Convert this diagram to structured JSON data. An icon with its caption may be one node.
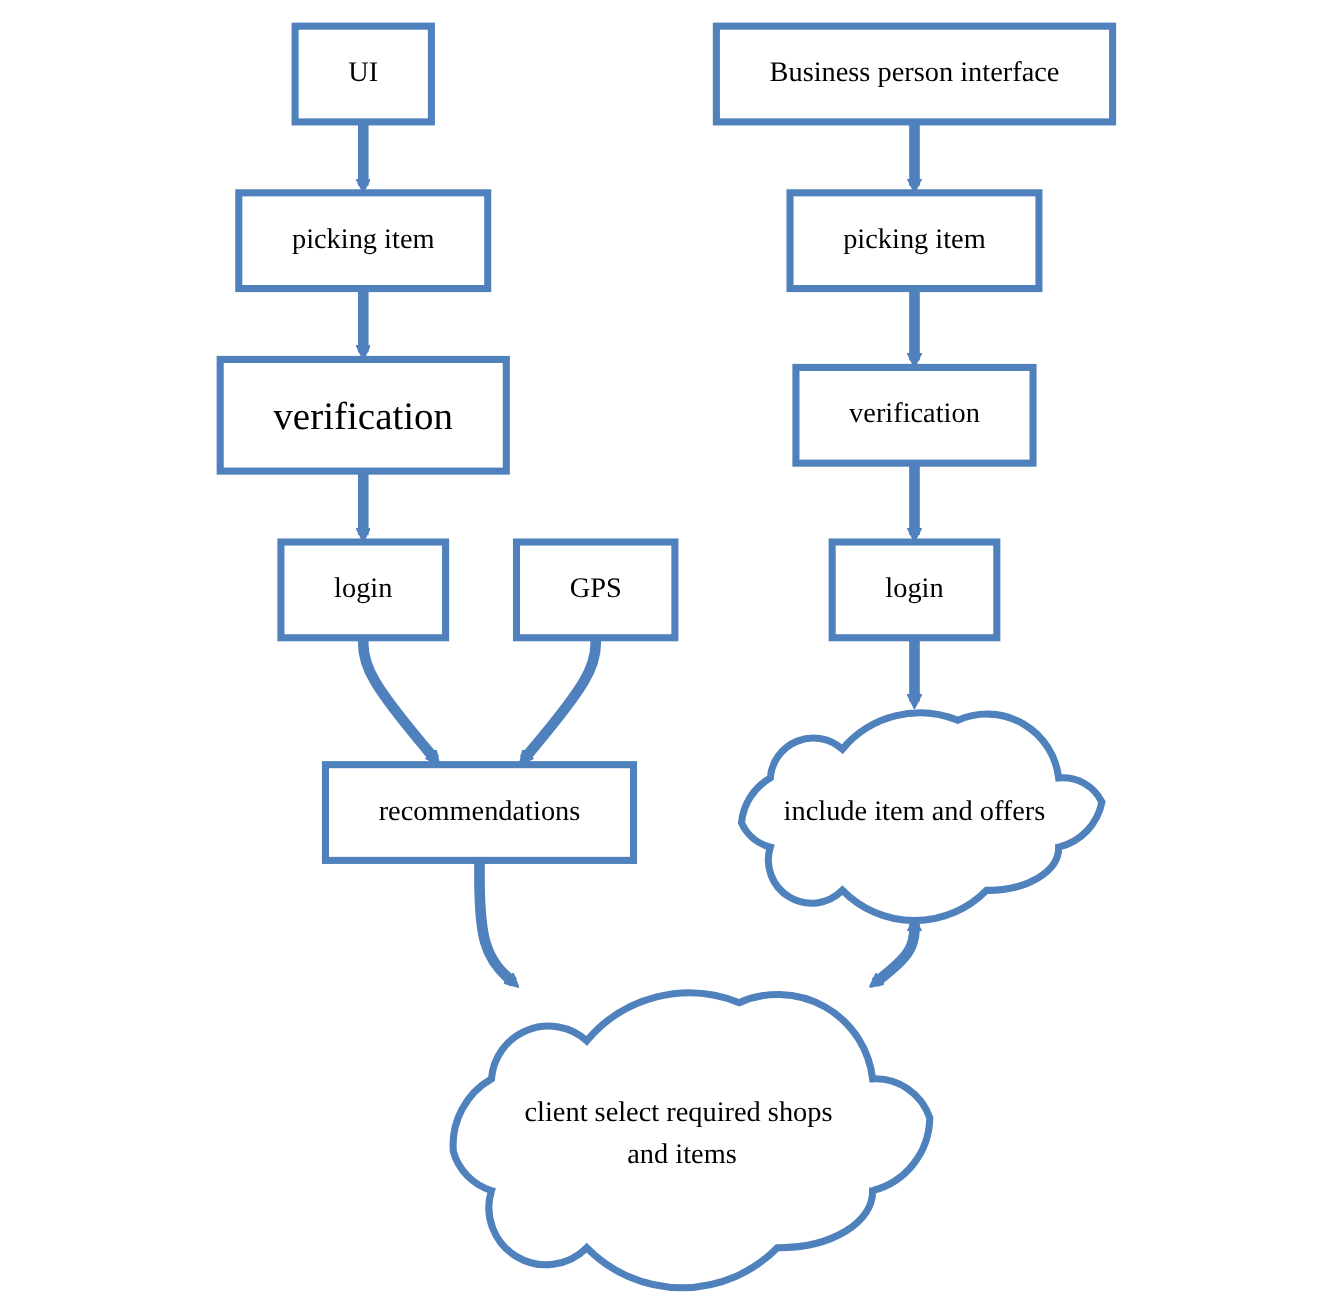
{
  "diagram": {
    "nodes": [
      {
        "text": [
          "Business person interface"
        ]
      },
      {
        "text": [
          "picking item"
        ]
      },
      {
        "text": [
          "verification"
        ]
      },
      {
        "text": [
          "login"
        ]
      },
      {
        "text": [
          "include item and offers"
        ]
      },
      {
        "text": [
          "UI"
        ]
      },
      {
        "text": [
          "picking item"
        ]
      },
      {
        "text": [
          "verification"
        ]
      },
      {
        "text": [
          "login"
        ]
      },
      {
        "text": [
          "GPS"
        ]
      },
      {
        "text": [
          "recommendations"
        ]
      },
      {
        "text": [
          "client select required shops and items"
        ]
      }
    ],
    "edges": [
      {
        "from": 0,
        "to": 1,
        "arrow": "to"
      },
      {
        "from": 1,
        "to": 2,
        "arrow": "to"
      },
      {
        "from": 2,
        "to": 3,
        "arrow": "to"
      },
      {
        "from": 3,
        "to": 4,
        "arrow": "to"
      },
      {
        "from": 5,
        "to": 6,
        "arrow": "to"
      },
      {
        "from": 6,
        "to": 7,
        "arrow": "to"
      },
      {
        "from": 7,
        "to": 8,
        "arrow": "to"
      },
      {
        "from": 8,
        "to": 10,
        "arrow": "to"
      },
      {
        "from": 9,
        "to": 10,
        "arrow": "to"
      },
      {
        "from": 10,
        "to": 11,
        "arrow": "to"
      },
      {
        "from": 4,
        "to": 11,
        "arrow": "both"
      }
    ]
  }
}
